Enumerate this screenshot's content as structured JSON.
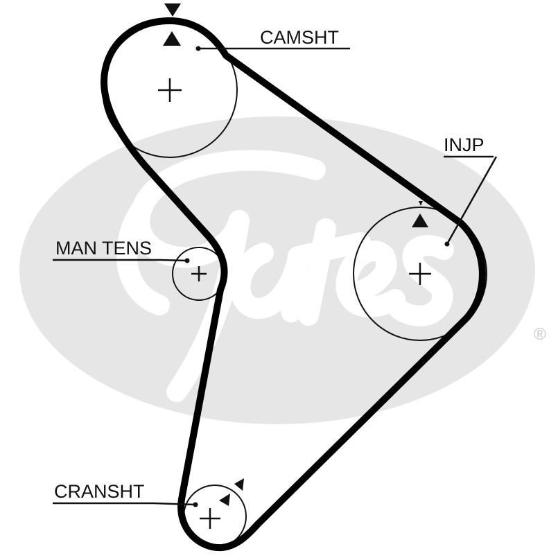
{
  "labels": {
    "camshaft": "CAMSHT",
    "injection_pump": "INJP",
    "manual_tensioner": "MAN TENS",
    "crankshaft": "CRANSHT"
  },
  "watermark": {
    "brand": "Gates",
    "registered_mark": "®",
    "color": "#e6e6e6"
  },
  "colors": {
    "belt": "#000000",
    "lines": "#111111"
  }
}
